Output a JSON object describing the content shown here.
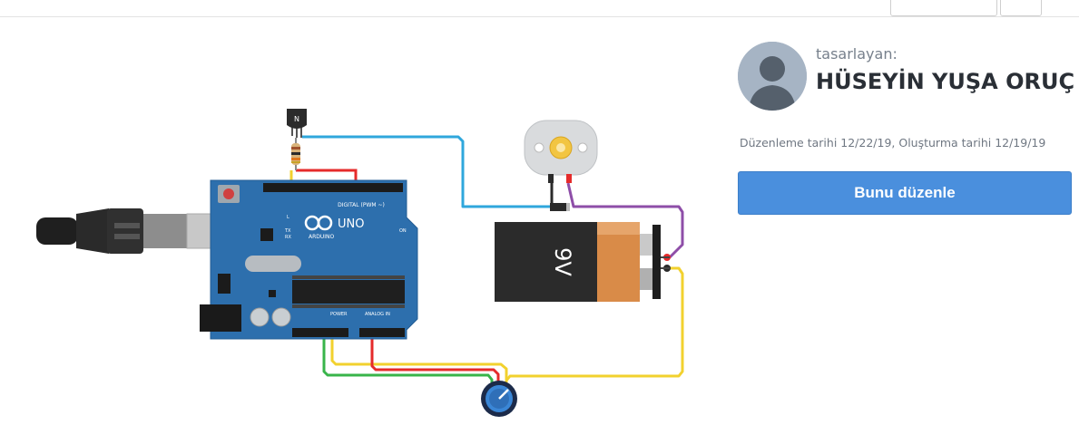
{
  "sidebar": {
    "designed_by_label": "tasarlayan:",
    "author_name": "HÜSEYİN YUŞA ORUÇ",
    "dates_text": "Düzenleme tarihi 12/22/19, Oluşturma tarihi 12/19/19",
    "edit_button_label": "Bunu düzenle"
  },
  "circuit": {
    "transistor_label": "N",
    "battery_label": "9V",
    "board_brand": "ARDUINO",
    "board_model": "UNO",
    "digital_header_label": "DIGITAL (PWM ~)",
    "power_label": "POWER",
    "analog_label": "ANALOG IN",
    "on_label": "ON",
    "tx_label": "TX",
    "rx_label": "RX",
    "l_label": "L"
  },
  "colors": {
    "button": "#4a8fdd",
    "board": "#2d6fad",
    "wire_blue": "#2fa7dc",
    "wire_red": "#e52b2b",
    "wire_yellow": "#f2d12e",
    "wire_green": "#38b44a",
    "wire_purple": "#8e4ea8",
    "battery_orange": "#d98b48",
    "battery_black": "#2b2b2b"
  },
  "icons": {
    "avatar": "person-silhouette-icon"
  }
}
